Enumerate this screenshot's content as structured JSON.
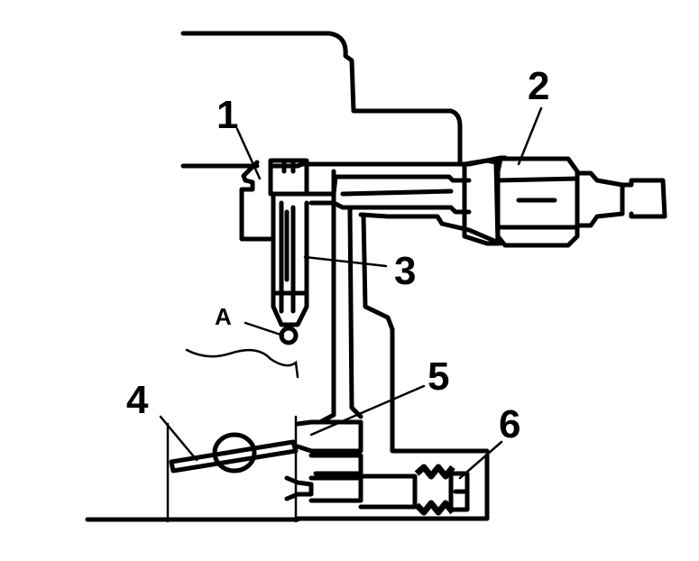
{
  "diagram": {
    "labels": [
      {
        "id": "1",
        "text": "1"
      },
      {
        "id": "2",
        "text": "2"
      },
      {
        "id": "3",
        "text": "3"
      },
      {
        "id": "4",
        "text": "4"
      },
      {
        "id": "5",
        "text": "5"
      },
      {
        "id": "6",
        "text": "6"
      },
      {
        "id": "A",
        "text": "A"
      }
    ]
  }
}
